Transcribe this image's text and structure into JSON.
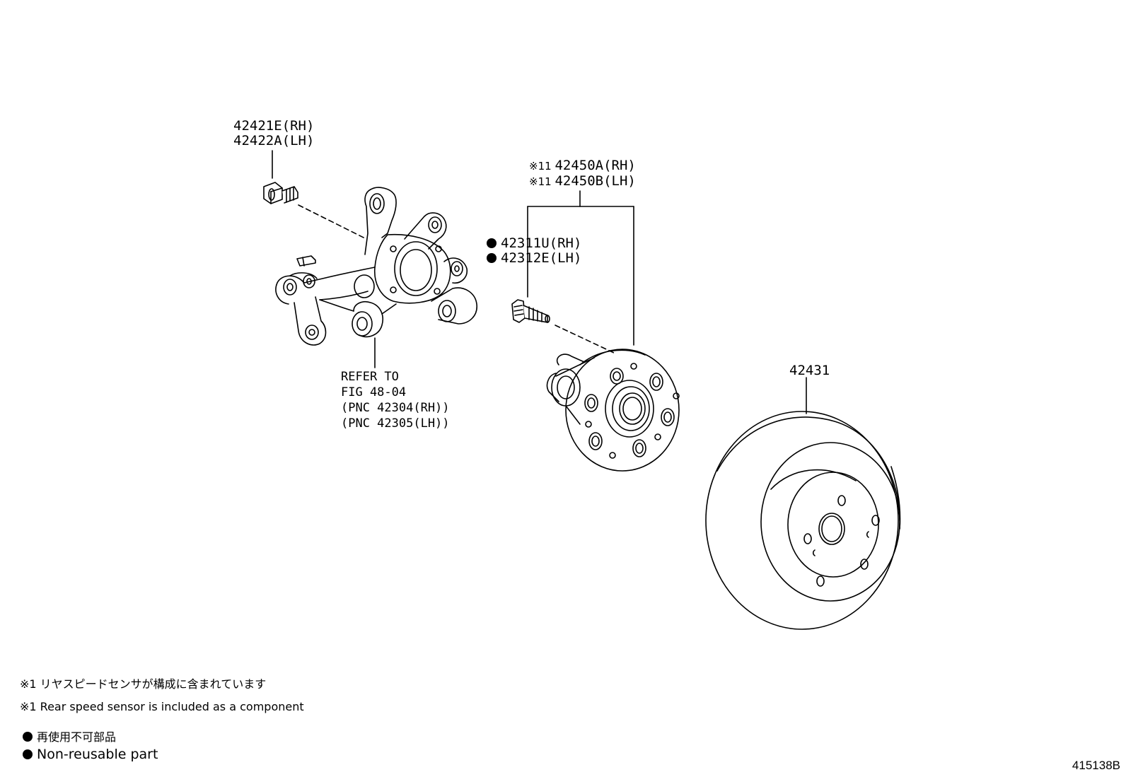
{
  "diagram": {
    "knuckle_bolt": {
      "line1": "42421E(RH)",
      "line2": "42422A(LH)"
    },
    "hub_assy": {
      "mark": "※1",
      "line1": "42450A(RH)",
      "line2": "42450B(LH)"
    },
    "hub_stud": {
      "line1": "42311U(RH)",
      "line2": "42312E(LH)"
    },
    "knuckle_ref": {
      "line1": "REFER TO",
      "line2": "FIG 48-04",
      "line3": "(PNC 42304(RH))",
      "line4": "(PNC 42305(LH))"
    },
    "disc": {
      "line1": "42431"
    }
  },
  "legend": {
    "note1_jp": "※1 リヤスピードセンサが構成に含まれています",
    "note1_en": "※1 Rear speed sensor is included as a component",
    "note2_jp": "再使用不可部品",
    "note2_en": "Non-reusable part"
  },
  "figure_id": "415138B"
}
